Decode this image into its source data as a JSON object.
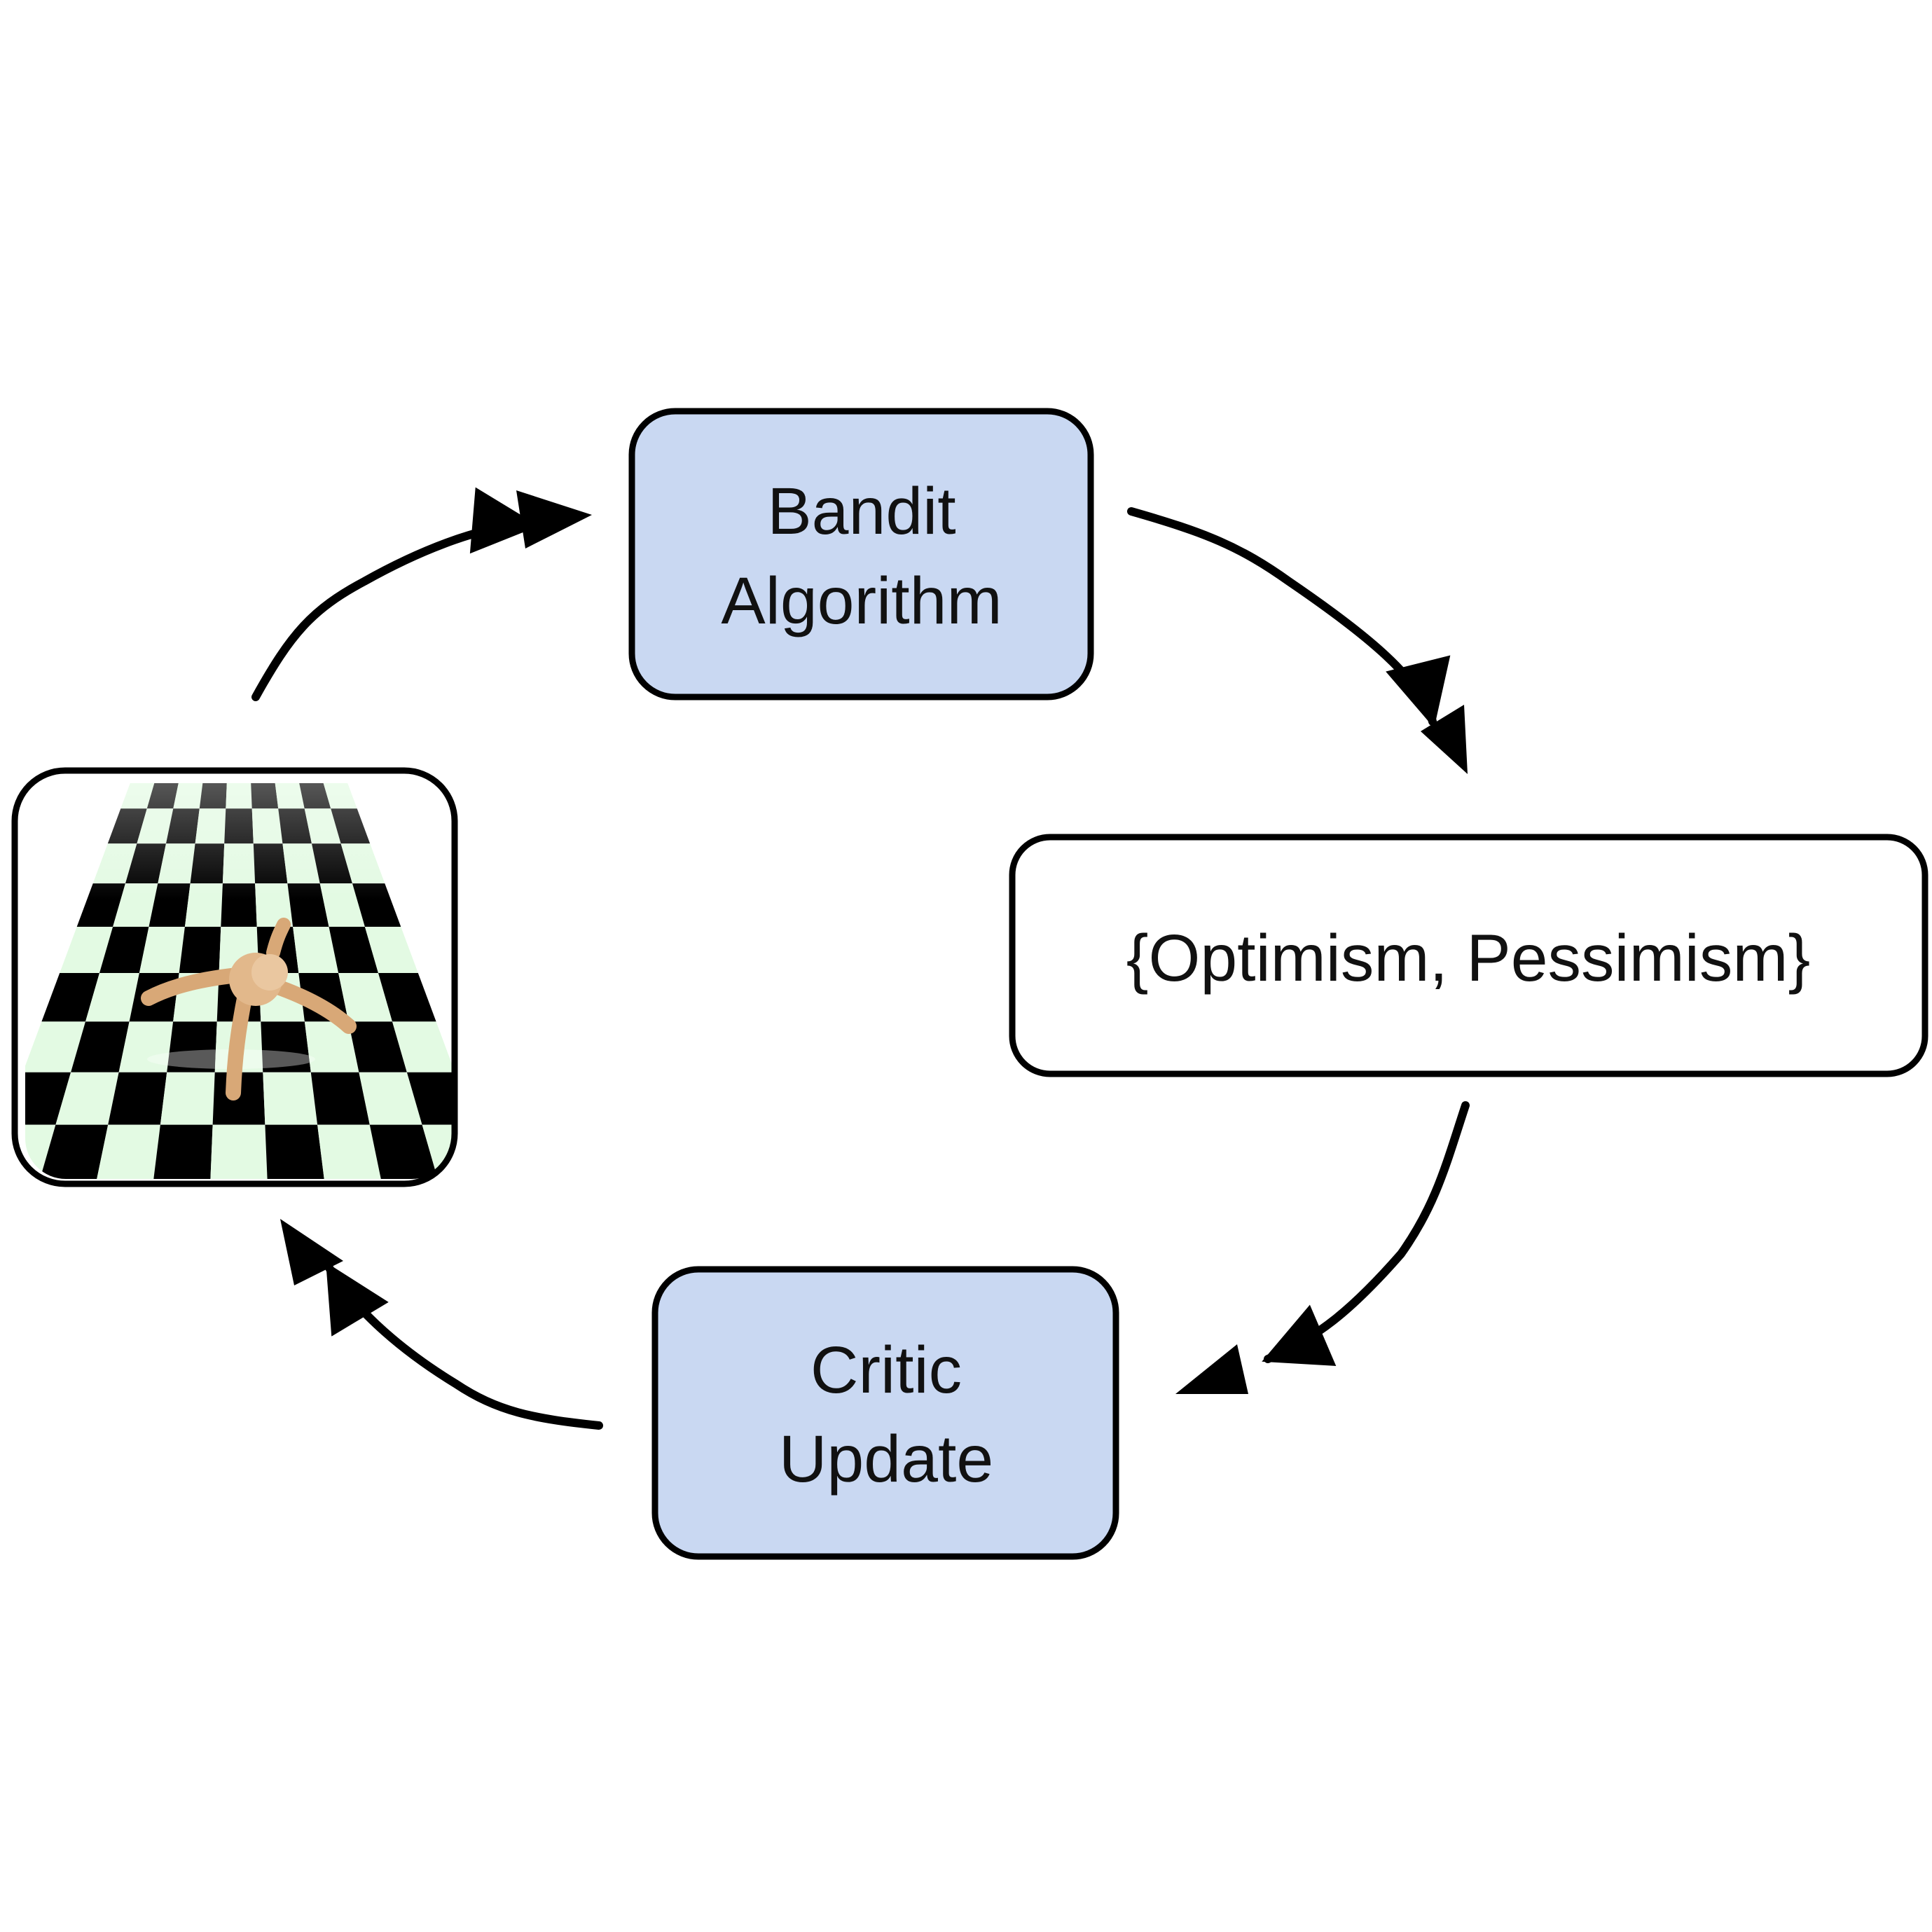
{
  "diagram": {
    "nodes": {
      "bandit": {
        "line1": "Bandit",
        "line2": "Algorithm"
      },
      "choice": {
        "label": "{Optimism, Pessimism}"
      },
      "critic": {
        "line1": "Critic",
        "line2": "Update"
      },
      "environment": {
        "image": "quadruped-robot-on-checkerboard"
      }
    },
    "colors": {
      "process_fill": "#c9d8f2",
      "choice_fill": "#ffffff",
      "stroke": "#000000",
      "floor_dark": "#000000",
      "floor_light": "#e3fae3",
      "robot_body": "#e2b88b"
    }
  }
}
